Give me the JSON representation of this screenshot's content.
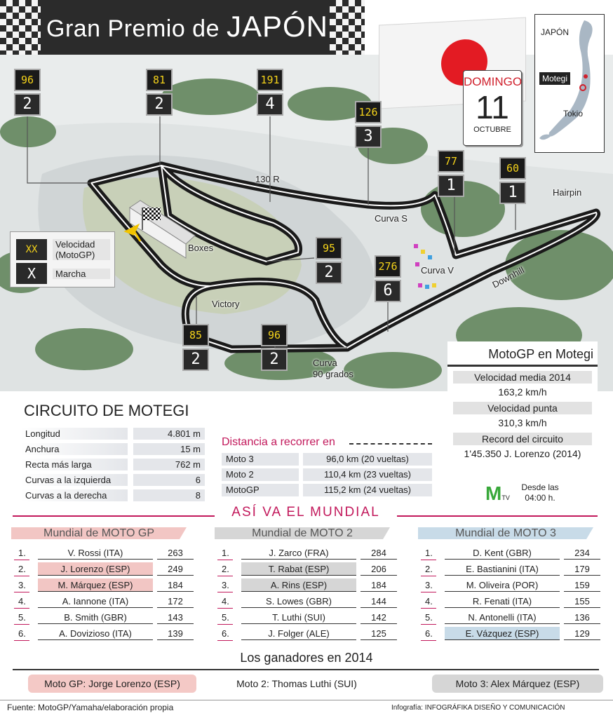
{
  "header": {
    "title_prefix": "Gran Premio de",
    "title_country": "JAPÓN"
  },
  "date": {
    "day_name": "DOMINGO",
    "day_number": "11",
    "month": "OCTUBRE"
  },
  "locator": {
    "country": "JAPÓN",
    "circuit": "Motegi",
    "city": "Tokio"
  },
  "corners": [
    {
      "speed": "96",
      "gear": "2"
    },
    {
      "speed": "81",
      "gear": "2"
    },
    {
      "speed": "191",
      "gear": "4"
    },
    {
      "speed": "126",
      "gear": "3"
    },
    {
      "speed": "77",
      "gear": "1"
    },
    {
      "speed": "60",
      "gear": "1"
    },
    {
      "speed": "95",
      "gear": "2"
    },
    {
      "speed": "276",
      "gear": "6"
    },
    {
      "speed": "85",
      "gear": "2"
    },
    {
      "speed": "96",
      "gear": "2"
    }
  ],
  "track_labels": {
    "r130": "130 R",
    "curva_s": "Curva S",
    "hairpin": "Hairpin",
    "boxes": "Boxes",
    "curva_v": "Curva V",
    "downhill": "Downhill",
    "victory": "Victory",
    "curva90_a": "Curva",
    "curva90_b": "90 grados"
  },
  "legend": {
    "speed_box": "XX",
    "speed_label": "Velocidad (MotoGP)",
    "gear_box": "X",
    "gear_label": "Marcha"
  },
  "motogp_motegi": {
    "title": "MotoGP en Motegi",
    "rows": [
      {
        "label": "Velocidad media 2014",
        "value": "163,2 km/h"
      },
      {
        "label": "Velocidad punta",
        "value": "310,3 km/h"
      },
      {
        "label": "Record del circuito",
        "value": "1'45.350 J. Lorenzo (2014)"
      }
    ]
  },
  "circuit": {
    "title": "CIRCUITO DE MOTEGI",
    "specs": [
      {
        "k": "Longitud",
        "v": "4.801 m"
      },
      {
        "k": "Anchura",
        "v": "15 m"
      },
      {
        "k": "Recta más larga",
        "v": "762 m"
      },
      {
        "k": "Curvas a la izquierda",
        "v": "6"
      },
      {
        "k": "Curvas a la derecha",
        "v": "8"
      }
    ]
  },
  "distance": {
    "title": "Distancia a recorrer en",
    "rows": [
      {
        "k": "Moto 3",
        "v": "96,0 km (20 vueltas)"
      },
      {
        "k": "Moto 2",
        "v": "110,4 km (23 vueltas)"
      },
      {
        "k": "MotoGP",
        "v": "115,2 km (24 vueltas)"
      }
    ]
  },
  "tv": {
    "brand": "M",
    "sub": "TV",
    "text": "Desde las 04:00 h."
  },
  "mundial": {
    "title": "ASÍ VA EL MUNDIAL",
    "columns": [
      {
        "title": "Mundial de MOTO GP",
        "color": "#f2c6c4",
        "rows": [
          {
            "n": "1.",
            "rider": "V. Rossi (ITA)",
            "pts": "263",
            "hl": false
          },
          {
            "n": "2.",
            "rider": "J. Lorenzo (ESP)",
            "pts": "249",
            "hl": true
          },
          {
            "n": "3.",
            "rider": "M. Márquez (ESP)",
            "pts": "184",
            "hl": true
          },
          {
            "n": "4.",
            "rider": "A. Iannone (ITA)",
            "pts": "172",
            "hl": false
          },
          {
            "n": "5.",
            "rider": "B. Smith (GBR)",
            "pts": "143",
            "hl": false
          },
          {
            "n": "6.",
            "rider": "A. Dovizioso (ITA)",
            "pts": "139",
            "hl": false
          }
        ]
      },
      {
        "title": "Mundial de MOTO 2",
        "color": "#d6d6d6",
        "rows": [
          {
            "n": "1.",
            "rider": "J. Zarco (FRA)",
            "pts": "284",
            "hl": false
          },
          {
            "n": "2.",
            "rider": "T. Rabat (ESP)",
            "pts": "206",
            "hl": true
          },
          {
            "n": "3.",
            "rider": "A. Rins (ESP)",
            "pts": "184",
            "hl": true
          },
          {
            "n": "4.",
            "rider": "S. Lowes (GBR)",
            "pts": "144",
            "hl": false
          },
          {
            "n": "5.",
            "rider": "T. Luthi (SUI)",
            "pts": "142",
            "hl": false
          },
          {
            "n": "6.",
            "rider": "J. Folger (ALE)",
            "pts": "125",
            "hl": false
          }
        ]
      },
      {
        "title": "Mundial de MOTO 3",
        "color": "#c8dbe8",
        "rows": [
          {
            "n": "1.",
            "rider": "D. Kent (GBR)",
            "pts": "234",
            "hl": false
          },
          {
            "n": "2.",
            "rider": "E. Bastianini (ITA)",
            "pts": "179",
            "hl": false
          },
          {
            "n": "3.",
            "rider": "M. Oliveira (POR)",
            "pts": "159",
            "hl": false
          },
          {
            "n": "4.",
            "rider": "R. Fenati (ITA)",
            "pts": "155",
            "hl": false
          },
          {
            "n": "5.",
            "rider": "N. Antonelli (ITA)",
            "pts": "136",
            "hl": false
          },
          {
            "n": "6.",
            "rider": "E. Vázquez (ESP)",
            "pts": "129",
            "hl": true
          }
        ]
      }
    ]
  },
  "winners": {
    "title": "Los ganadores en 2014",
    "items": [
      {
        "text": "Moto GP: Jorge Lorenzo (ESP)",
        "color": "#f4c9c6"
      },
      {
        "text": "Moto 2: Thomas Luthi (SUI)",
        "color": "#ffffff"
      },
      {
        "text": "Moto 3: Alex Márquez (ESP)",
        "color": "#d6d6d6"
      }
    ]
  },
  "footer": {
    "source": "Fuente: MotoGP/Yamaha/elaboración propia",
    "credit": "Infografía: INFOGRÁFIKA DISEÑO Y COMUNICACIÓN"
  }
}
